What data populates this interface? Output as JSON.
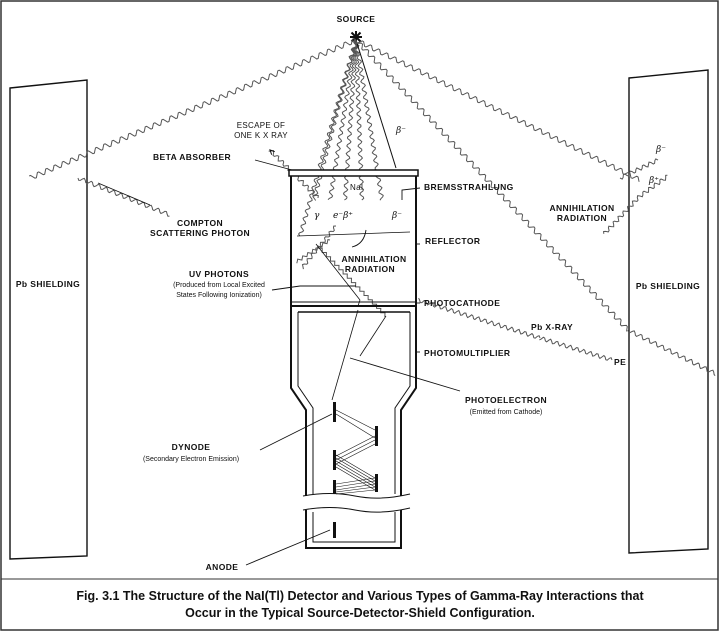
{
  "labels": {
    "source": "SOURCE",
    "escape_1": "ESCAPE OF",
    "escape_2": "ONE K X RAY",
    "beta_absorber": "BETA ABSORBER",
    "nai": "NaI",
    "bremsstrahlung": "BREMSSTRAHLUNG",
    "compton_1": "COMPTON",
    "compton_2": "SCATTERING PHOTON",
    "reflector": "REFLECTOR",
    "annihilation_center_1": "ANNIHILATION",
    "annihilation_center_2": "RADIATION",
    "annihilation_right_1": "ANNIHILATION",
    "annihilation_right_2": "RADIATION",
    "uv_photons": "UV PHOTONS",
    "uv_sub_1": "(Produced from Local Excited",
    "uv_sub_2": "States Following Ionization)",
    "photocathode": "PHOTOCATHODE",
    "pb_xray": "Pb X-RAY",
    "photomultiplier": "PHOTOMULTIPLIER",
    "pe": "PE",
    "photoelectron": "PHOTOELECTRON",
    "photoelectron_sub": "(Emitted from Cathode)",
    "dynode": "DYNODE",
    "dynode_sub": "(Secondary Electron Emission)",
    "anode": "ANODE",
    "pb_shielding_left": "Pb SHIELDING",
    "pb_shielding_right": "Pb SHIELDING",
    "beta_minus": "β⁻",
    "beta_minus_right": "β⁻",
    "beta_plus_right": "β⁺",
    "gamma": "γ",
    "e_beta_plus": "e⁻β⁺",
    "beta_minus_inner": "β⁻"
  },
  "caption": {
    "line1": "Fig. 3.1  The Structure of the NaI(Tl) Detector and Various Types of Gamma-Ray Interactions that",
    "line2": "Occur in the Typical Source-Detector-Shield Configuration."
  },
  "colors": {
    "border": "#333333",
    "ink": "#111111",
    "ray": "#555555"
  }
}
